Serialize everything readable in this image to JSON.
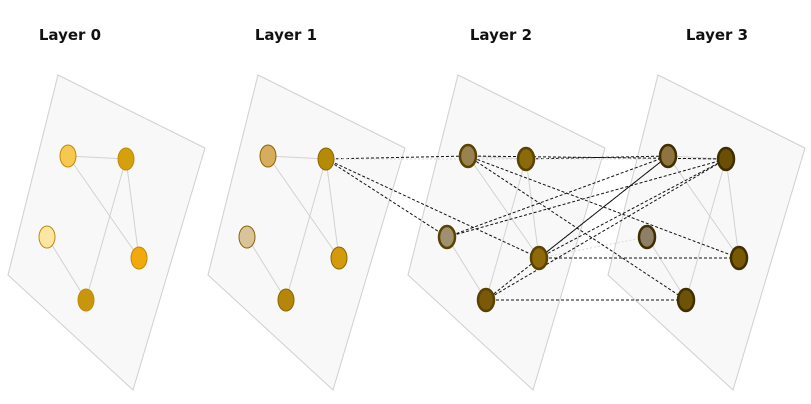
{
  "layers": [
    {
      "id": "layer-0",
      "title": "Layer 0"
    },
    {
      "id": "layer-1",
      "title": "Layer 1"
    },
    {
      "id": "layer-2",
      "title": "Layer 2"
    },
    {
      "id": "layer-3",
      "title": "Layer 3"
    }
  ],
  "nodes": [
    "n1",
    "n2",
    "n3",
    "n4",
    "n5"
  ],
  "intra_edges": [
    [
      "n1",
      "n2"
    ],
    [
      "n2",
      "n4"
    ],
    [
      "n2",
      "n5"
    ],
    [
      "n1",
      "n4"
    ],
    [
      "n3",
      "n5"
    ]
  ],
  "inter_edges": [
    {
      "from_layer": 1,
      "from": "n2",
      "to_layer": 2,
      "to": "n1",
      "style": "dark"
    },
    {
      "from_layer": 1,
      "from": "n2",
      "to_layer": 2,
      "to": "n2",
      "style": "faint"
    },
    {
      "from_layer": 1,
      "from": "n2",
      "to_layer": 2,
      "to": "n3",
      "style": "dark"
    },
    {
      "from_layer": 1,
      "from": "n2",
      "to_layer": 2,
      "to": "n4",
      "style": "dark"
    },
    {
      "from_layer": 2,
      "from": "n2",
      "to_layer": 3,
      "to": "n1",
      "style": "dark"
    },
    {
      "from_layer": 2,
      "from": "n2",
      "to_layer": 3,
      "to": "n2",
      "style": "faint"
    },
    {
      "from_layer": 2,
      "from": "n3",
      "to_layer": 3,
      "to": "n1",
      "style": "dark"
    },
    {
      "from_layer": 2,
      "from": "n3",
      "to_layer": 3,
      "to": "n2",
      "style": "dark"
    },
    {
      "from_layer": 2,
      "from": "n4",
      "to_layer": 3,
      "to": "n1",
      "style": "dark"
    },
    {
      "from_layer": 2,
      "from": "n4",
      "to_layer": 3,
      "to": "n2",
      "style": "dark"
    },
    {
      "from_layer": 2,
      "from": "n4",
      "to_layer": 3,
      "to": "n3",
      "style": "faint"
    },
    {
      "from_layer": 2,
      "from": "n4",
      "to_layer": 3,
      "to": "n4",
      "style": "dark"
    },
    {
      "from_layer": 2,
      "from": "n5",
      "to_layer": 3,
      "to": "n1",
      "style": "dark"
    },
    {
      "from_layer": 2,
      "from": "n5",
      "to_layer": 3,
      "to": "n2",
      "style": "dark"
    },
    {
      "from_layer": 2,
      "from": "n5",
      "to_layer": 3,
      "to": "n5",
      "style": "dark"
    },
    {
      "from_layer": 2,
      "from": "n1",
      "to_layer": 3,
      "to": "n2",
      "style": "dark"
    },
    {
      "from_layer": 2,
      "from": "n1",
      "to_layer": 3,
      "to": "n4",
      "style": "dark"
    },
    {
      "from_layer": 2,
      "from": "n1",
      "to_layer": 3,
      "to": "n5",
      "style": "dark"
    }
  ],
  "node_colors": [
    {
      "n1": "#f5c94e",
      "n2": "#d4a00c",
      "n3": "#fde6a3",
      "n4": "#f2a90b",
      "n5": "#c8960c"
    },
    {
      "n1": "#d6ad5e",
      "n2": "#b58a07",
      "n3": "#d8c39a",
      "n4": "#d39a0b",
      "n5": "#b5860a"
    },
    {
      "n1": "#9a8250",
      "n2": "#8a6a0a",
      "n3": "#9f9170",
      "n4": "#8f6a08",
      "n5": "#7a5a08"
    },
    {
      "n1": "#8f7440",
      "n2": "#6a4f05",
      "n3": "#8d8066",
      "n4": "#7a5906",
      "n5": "#6d5207"
    }
  ],
  "node_strokes": [
    "#c08a08",
    "#8a6600",
    "#5a4200",
    "#3f2f00"
  ]
}
